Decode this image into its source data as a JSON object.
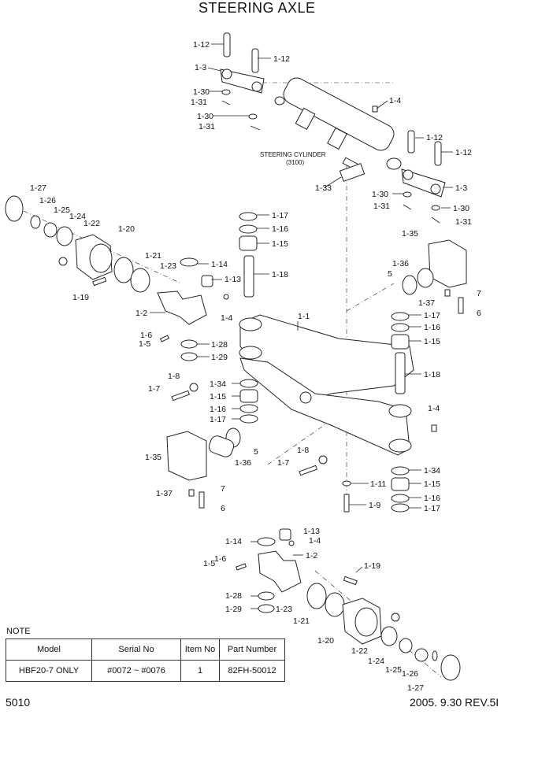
{
  "title": "STEERING AXLE",
  "steering_cylinder": {
    "name": "STEERING CYLINDER",
    "ref": "(3100)"
  },
  "callouts": [
    "1-12",
    "1-12",
    "1-3",
    "1-30",
    "1-31",
    "1-30",
    "1-31",
    "1-4",
    "1-12",
    "1-12",
    "1-33",
    "1-3",
    "1-30",
    "1-30",
    "1-31",
    "1-31",
    "1-27",
    "1-26",
    "1-25",
    "1-24",
    "1-22",
    "1-20",
    "1-21",
    "1-23",
    "1-19",
    "1-17",
    "1-16",
    "1-15",
    "1-18",
    "1-14",
    "1-13",
    "1-2",
    "1-4",
    "1-6",
    "1-5",
    "1-28",
    "1-29",
    "1-1",
    "1-35",
    "1-36",
    "5",
    "1-37",
    "7",
    "6",
    "1-17",
    "1-16",
    "1-15",
    "1-18",
    "1-8",
    "1-7",
    "1-34",
    "1-15",
    "1-16",
    "1-17",
    "5",
    "1-36",
    "1-35",
    "7",
    "1-37",
    "6",
    "1-4",
    "1-8",
    "1-7",
    "1-11",
    "1-9",
    "1-34",
    "1-15",
    "1-16",
    "1-17",
    "1-13",
    "1-4",
    "1-14",
    "1-2",
    "1-6",
    "1-5",
    "1-19",
    "1-28",
    "1-29",
    "1-23",
    "1-21",
    "1-20",
    "1-22",
    "1-24",
    "1-25",
    "1-26",
    "1-27"
  ],
  "note": {
    "label": "NOTE",
    "headers": [
      "Model",
      "Serial No",
      "Item No",
      "Part Number"
    ],
    "rows": [
      [
        "HBF20-7 ONLY",
        "#0072 ~ #0076",
        "1",
        "82FH-50012"
      ]
    ]
  },
  "page_number": "5010",
  "revision": "2005. 9.30 REV.5I"
}
